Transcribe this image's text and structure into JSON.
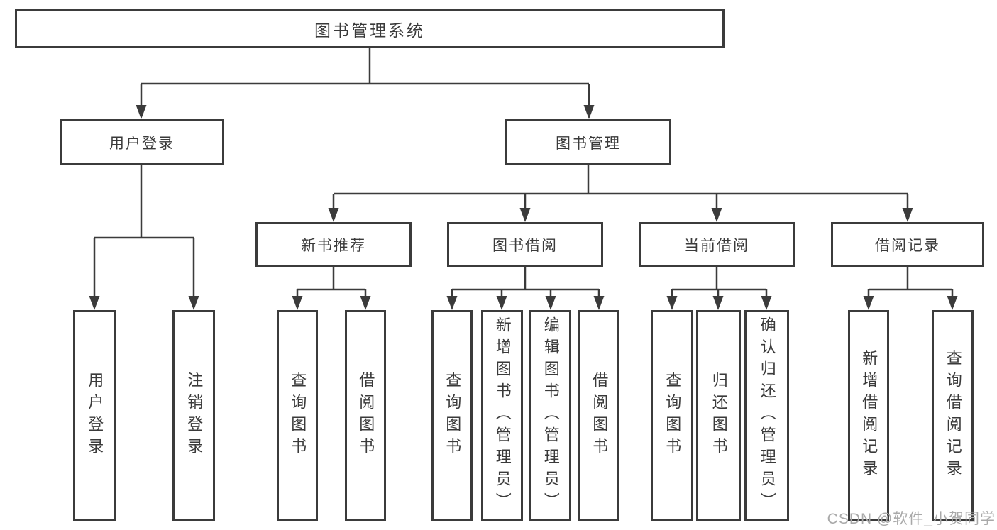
{
  "diagram": {
    "root": {
      "label": "图书管理系统"
    },
    "branches": [
      {
        "label": "用户登录",
        "children": [
          {
            "label": "用户登录"
          },
          {
            "label": "注销登录"
          }
        ]
      },
      {
        "label": "图书管理",
        "children": [
          {
            "label": "新书推荐",
            "children": [
              {
                "label": "查询图书"
              },
              {
                "label": "借阅图书"
              }
            ]
          },
          {
            "label": "图书借阅",
            "children": [
              {
                "label": "查询图书"
              },
              {
                "label": "新增图书（管理员）"
              },
              {
                "label": "编辑图书（管理员）"
              },
              {
                "label": "借阅图书"
              }
            ]
          },
          {
            "label": "当前借阅",
            "children": [
              {
                "label": "查询图书"
              },
              {
                "label": "归还图书"
              },
              {
                "label": "确认归还（管理员）"
              }
            ]
          },
          {
            "label": "借阅记录",
            "children": [
              {
                "label": "新增借阅记录"
              },
              {
                "label": "查询借阅记录"
              }
            ]
          }
        ]
      }
    ],
    "watermark": "CSDN @软件_小贺同学",
    "colors": {
      "line": "#3b3b3b",
      "text": "#3a3a3a",
      "box_background": "#ffffff",
      "watermark": "#a9a9a9",
      "background": "#ffffff"
    }
  }
}
